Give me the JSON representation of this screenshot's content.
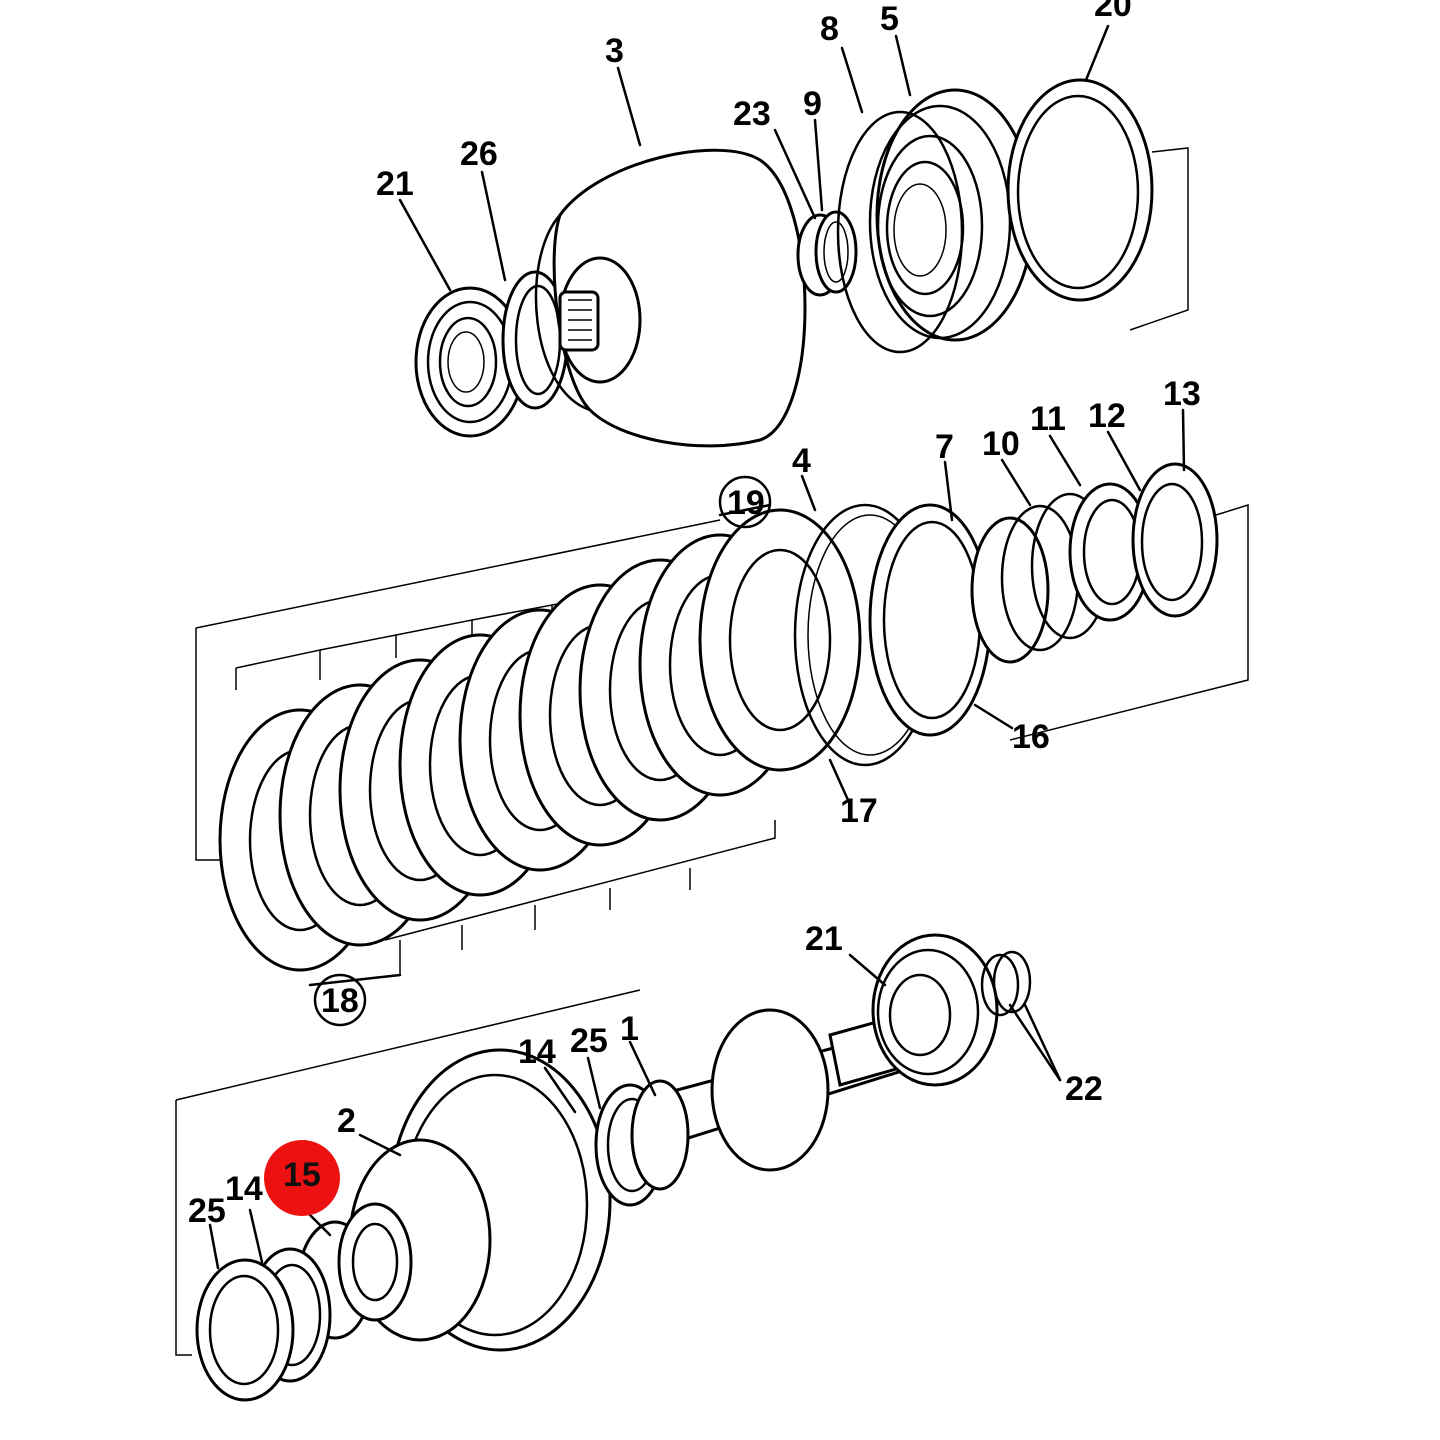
{
  "highlight_color": "#ee1111",
  "callouts": [
    {
      "id": "c-20",
      "text": "20",
      "highlighted": false
    },
    {
      "id": "c-8",
      "text": "8",
      "highlighted": false
    },
    {
      "id": "c-5",
      "text": "5",
      "highlighted": false
    },
    {
      "id": "c-3",
      "text": "3",
      "highlighted": false
    },
    {
      "id": "c-23",
      "text": "23",
      "highlighted": false
    },
    {
      "id": "c-9",
      "text": "9",
      "highlighted": false
    },
    {
      "id": "c-26",
      "text": "26",
      "highlighted": false
    },
    {
      "id": "c-21a",
      "text": "21",
      "highlighted": false
    },
    {
      "id": "c-13",
      "text": "13",
      "highlighted": false
    },
    {
      "id": "c-12",
      "text": "12",
      "highlighted": false
    },
    {
      "id": "c-11",
      "text": "11",
      "highlighted": false
    },
    {
      "id": "c-10",
      "text": "10",
      "highlighted": false
    },
    {
      "id": "c-7",
      "text": "7",
      "highlighted": false
    },
    {
      "id": "c-4",
      "text": "4",
      "highlighted": false
    },
    {
      "id": "c-19",
      "text": "19",
      "highlighted": false,
      "circled": true
    },
    {
      "id": "c-16",
      "text": "16",
      "highlighted": false
    },
    {
      "id": "c-17",
      "text": "17",
      "highlighted": false
    },
    {
      "id": "c-18",
      "text": "18",
      "highlighted": false,
      "circled": true
    },
    {
      "id": "c-21b",
      "text": "21",
      "highlighted": false
    },
    {
      "id": "c-22",
      "text": "22",
      "highlighted": false
    },
    {
      "id": "c-1",
      "text": "1",
      "highlighted": false
    },
    {
      "id": "c-25a",
      "text": "25",
      "highlighted": false
    },
    {
      "id": "c-14a",
      "text": "14",
      "highlighted": false
    },
    {
      "id": "c-2",
      "text": "2",
      "highlighted": false
    },
    {
      "id": "c-15",
      "text": "15",
      "highlighted": true
    },
    {
      "id": "c-14b",
      "text": "14",
      "highlighted": false
    },
    {
      "id": "c-25b",
      "text": "25",
      "highlighted": false
    }
  ]
}
